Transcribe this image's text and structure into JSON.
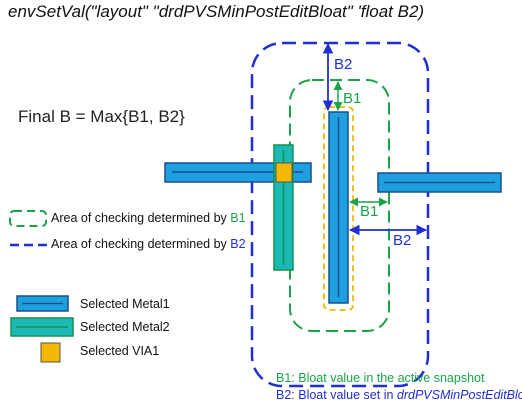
{
  "command": "envSetVal(\"layout\" \"drdPVSMinPostEditBloat\" 'float B2)",
  "formula": "Final B = Max{B1, B2}",
  "legend_areas": [
    {
      "prefix": "Area of checking determined by ",
      "var": "B1",
      "color": "#1aa34a"
    },
    {
      "prefix": "Area of checking determined by ",
      "var": "B2",
      "color": "#1f2fd0"
    }
  ],
  "legend_shapes": [
    {
      "label": "Selected Metal1"
    },
    {
      "label": "Selected Metal2"
    },
    {
      "label": "Selected VIA1"
    }
  ],
  "dimension_labels": {
    "b2_top": "B2",
    "b1_top": "B1",
    "b1_side": "B1",
    "b2_side": "B2"
  },
  "notes": {
    "b1": "B1: Bloat value in the active snapshot",
    "b2_prefix": "B2: Bloat value set in ",
    "b2_var": "drdPVSMinPostEditBloat"
  },
  "colors": {
    "metal1_fill": "#1ea0e0",
    "metal1_border": "#1a4f8a",
    "metal2_fill": "#1cb8b8",
    "metal2_border": "#14924a",
    "via_fill": "#f5b800",
    "via_border": "#555555",
    "b1_dash": "#1aa34a",
    "b2_dash": "#1f2fd0",
    "inner_dash": "#f0c020"
  }
}
